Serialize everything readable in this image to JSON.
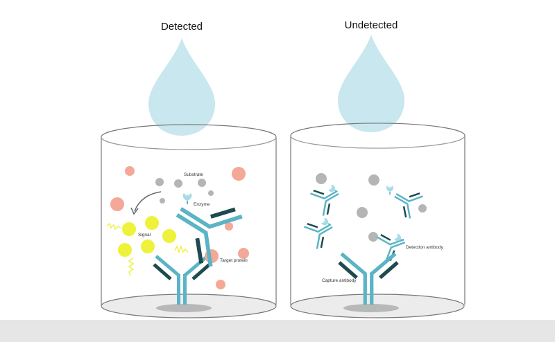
{
  "panels": [
    {
      "title": "Detected",
      "labels": {
        "substrate": "Substrate",
        "enzyme": "Enzyme",
        "signal": "Signal",
        "target": "Target protein"
      }
    },
    {
      "title": "Undetected",
      "labels": {
        "detection": "Detection antibody",
        "capture": "Capture antibody"
      }
    }
  ],
  "colors": {
    "drop": "#c9e7ee",
    "antibody": "#5ab4c5",
    "light_chain": "#1f4a4f",
    "protein": "#f4a898",
    "substrate": "#b5b5b5",
    "signal": "#eef23a",
    "ground": "#e6e6e6"
  }
}
